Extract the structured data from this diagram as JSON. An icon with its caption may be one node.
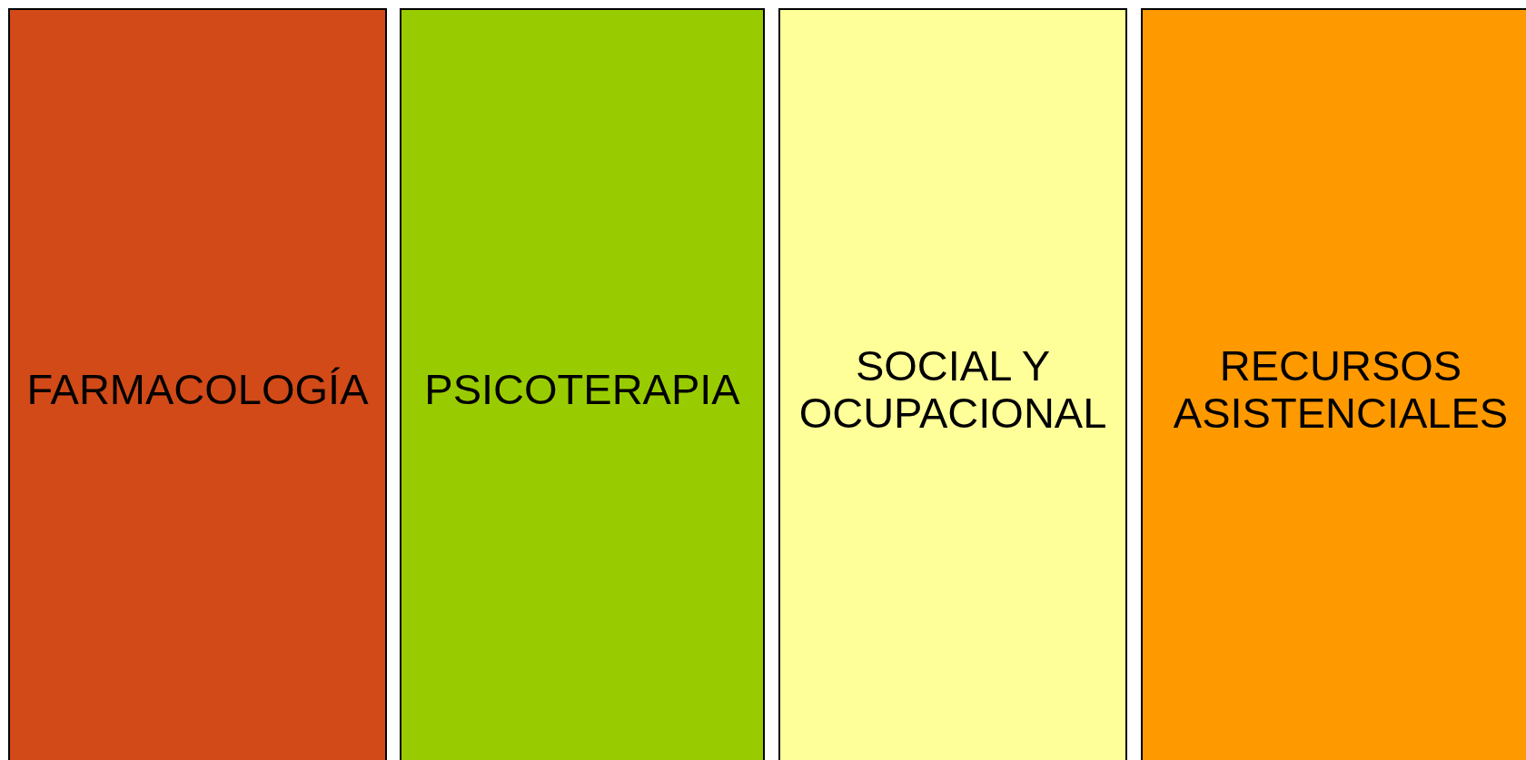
{
  "diagram": {
    "nodes": [
      {
        "text": [
          "FARMACOLOGÍA"
        ]
      },
      {
        "text": [
          "PSICOTERAPIA"
        ]
      },
      {
        "text": [
          "SOCIAL Y OCUPACIONAL"
        ]
      },
      {
        "text": [
          "RECURSOS ASISTENCIALES"
        ]
      }
    ]
  }
}
